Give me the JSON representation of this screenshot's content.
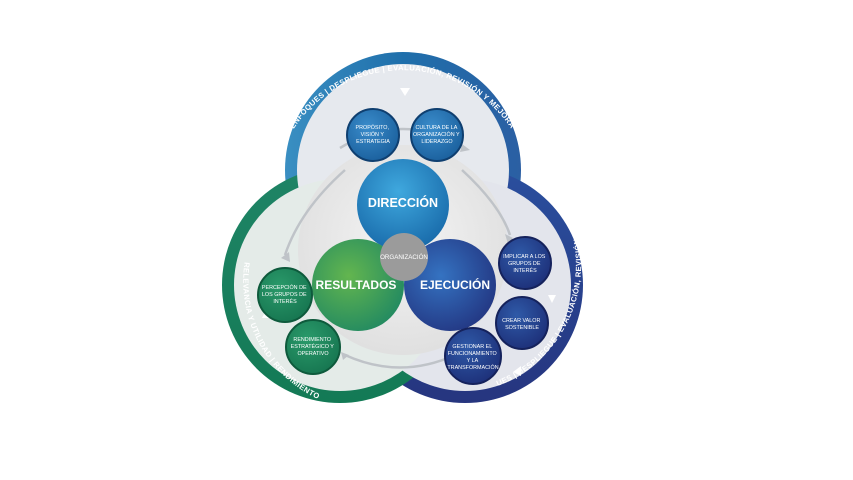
{
  "center": {
    "label": "ORGANIZACIÓN"
  },
  "main_circles": {
    "direccion": "DIRECCIÓN",
    "resultados": "RESULTADOS",
    "ejecucion": "EJECUCIÓN"
  },
  "sub_circles": {
    "proposito": [
      "PROPÓSITO,",
      "VISIÓN Y",
      "ESTRATEGIA"
    ],
    "cultura": [
      "CULTURA DE LA",
      "ORGANIZACIÓN Y",
      "LIDERAZGO"
    ],
    "implicar": [
      "IMPLICAR A LOS",
      "GRUPOS DE",
      "INTERÉS"
    ],
    "crear_valor": [
      "CREAR VALOR",
      "SOSTENIBLE"
    ],
    "gestionar": [
      "GESTIONAR EL",
      "FUNCIONAMIENTO",
      "Y LA",
      "TRANSFORMACIÓN"
    ],
    "percepcion": [
      "PERCEPCIÓN DE",
      "LOS GRUPOS DE",
      "INTERÉS"
    ],
    "rendimiento": [
      "RENDIMIENTO",
      "ESTRATÉGICO Y",
      "OPERATIVO"
    ]
  },
  "ring_labels": {
    "top": "ENFOQUES  |  DESPLIEGUE  |  EVALUACIÓN, REVISIÓN Y MEJORA",
    "right": "ENFOQUES  |  DESPLIEGUE  |  EVALUACIÓN, REVISIÓN Y MEJORA",
    "left": "RELEVANCIA Y UTILIDAD  |  RENDIMIENTO"
  },
  "colors": {
    "blue": "#1f7fb8",
    "navy": "#233f8c",
    "green": "#1e8a5c",
    "gray": "#9a9a9a"
  }
}
